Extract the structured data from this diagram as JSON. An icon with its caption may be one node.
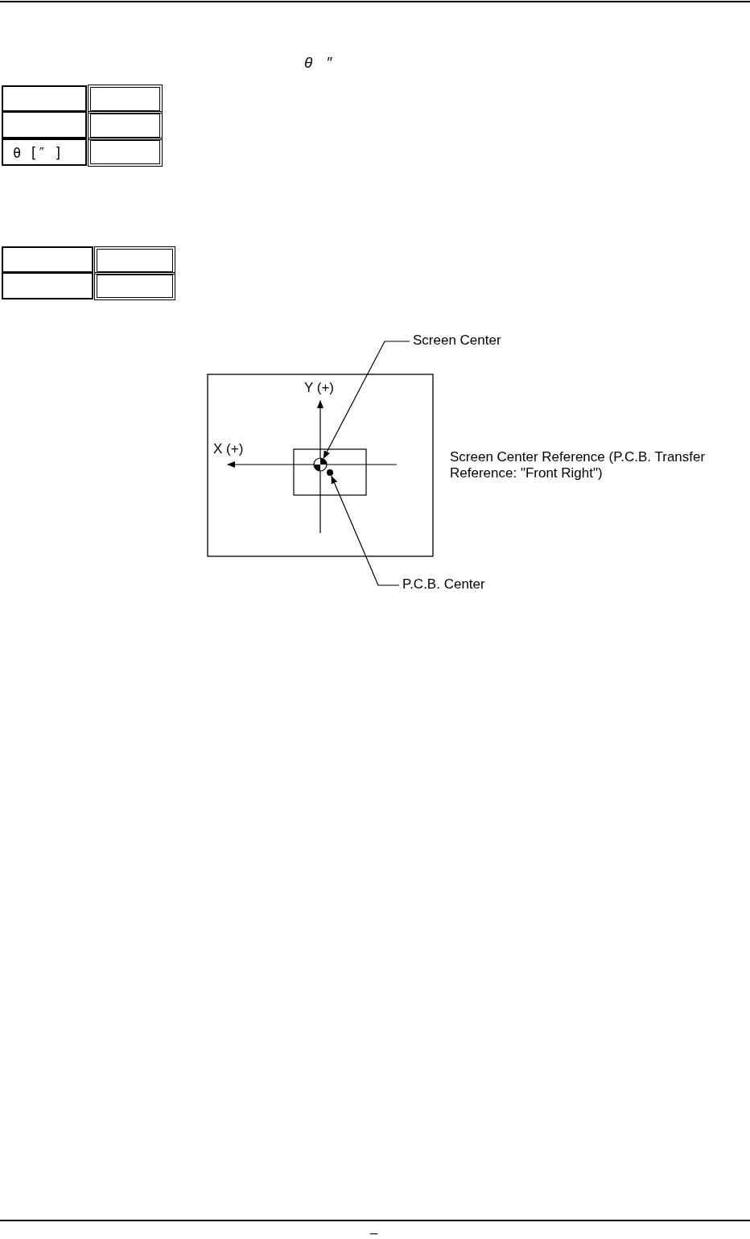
{
  "diagram": {
    "nodes": [
      {
        "text": [
          "Screen Center"
        ]
      },
      {
        "text": [],
        "shape": "circle"
      },
      {
        "text": [
          "P.C.B. Center"
        ]
      },
      {
        "text": [],
        "shape": "circle"
      }
    ],
    "edges": [
      {
        "from": 0,
        "to": 1,
        "arrow": "to"
      },
      {
        "from": 2,
        "to": 3,
        "arrow": "to"
      }
    ],
    "labels": [
      "θ ″",
      "θ [″ ]",
      "Y (+)",
      "X (+)",
      "Screen Center Reference (P.C.B. Transfer Reference: \"Front Right\")",
      "–"
    ]
  }
}
